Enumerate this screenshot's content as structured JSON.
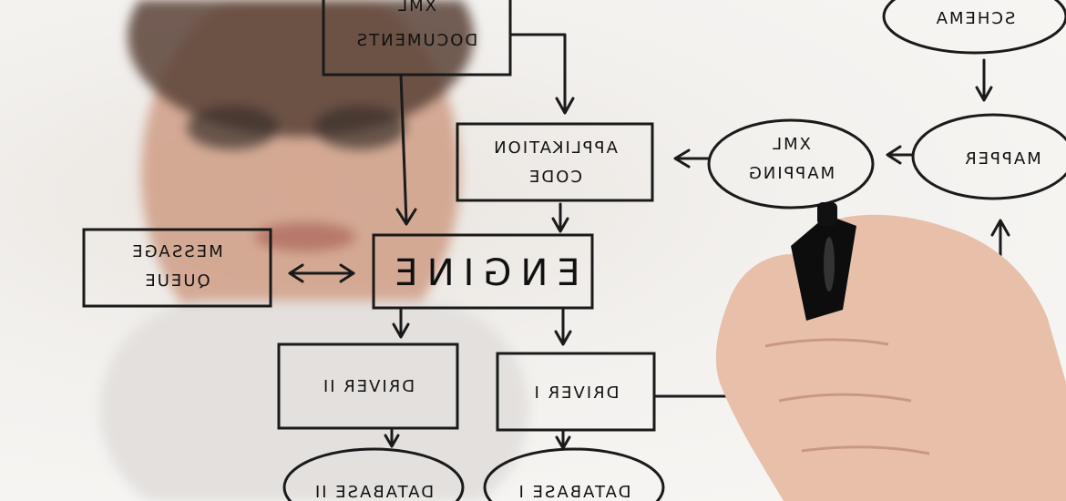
{
  "nodes": {
    "xml_documents": [
      "XML",
      "DOCUMENTS"
    ],
    "schema": [
      "SCHEMA"
    ],
    "application_code": [
      "APPLIKATION",
      "CODE"
    ],
    "xml_mapping": [
      "XML",
      "MAPPING"
    ],
    "mapper": [
      "MAPPER"
    ],
    "message_queue": [
      "MESSAGE",
      "QUEUE"
    ],
    "engine": [
      "ENGINE"
    ],
    "driver_ii": [
      "DRIVER II"
    ],
    "driver_i": [
      "DRIVER I"
    ],
    "database_ii": [
      "DATABASE II"
    ],
    "database_i": [
      "DATABASE I"
    ]
  },
  "colors": {
    "ink": "#1a1a1a",
    "marker": "#0d0d0d",
    "skin": "#e9c3ad",
    "background": "#f4f4f2"
  },
  "note": ""
}
